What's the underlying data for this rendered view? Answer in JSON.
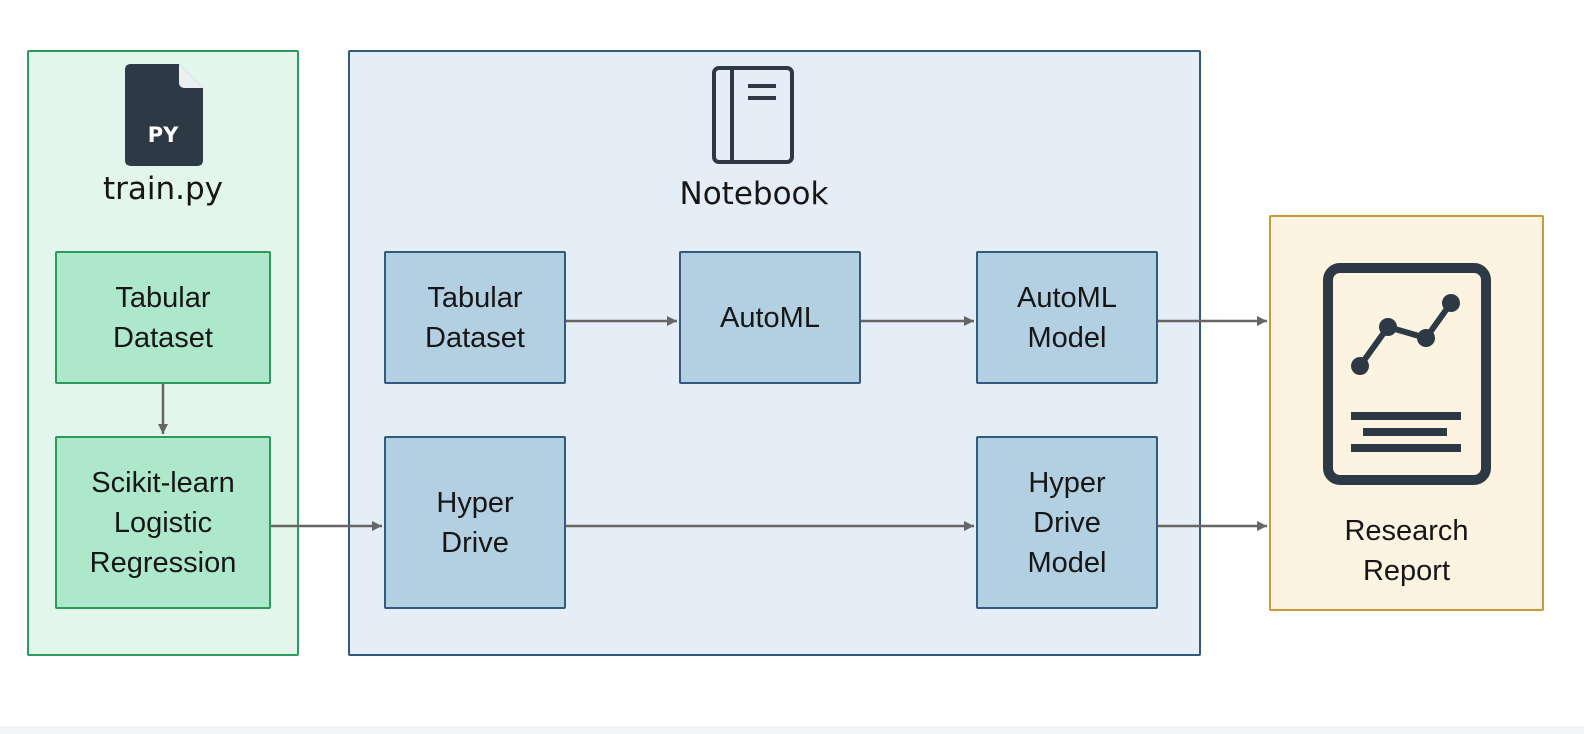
{
  "train_group": {
    "title": "train.py",
    "file_icon_text": "PY",
    "nodes": {
      "dataset": "Tabular\nDataset",
      "logreg": "Scikit-learn\nLogistic\nRegression"
    }
  },
  "notebook_group": {
    "title": "Notebook",
    "nodes": {
      "dataset": "Tabular\nDataset",
      "automl": "AutoML",
      "automl_model": "AutoML\nModel",
      "hyperdrive": "Hyper\nDrive",
      "hyperdrive_model": "Hyper\nDrive\nModel"
    }
  },
  "report_group": {
    "title": "Research\nReport"
  },
  "colors": {
    "train_fill": "#e3f6ec",
    "train_border": "#2b9a5a",
    "train_node_fill": "#aee8cb",
    "notebook_fill": "#e5edf6",
    "notebook_border": "#33597e",
    "notebook_node_fill": "#b3cfe2",
    "report_fill": "#fdf3e1",
    "report_border": "#c99a3c",
    "icon_dark": "#2d3a45",
    "arrow": "#666666"
  }
}
